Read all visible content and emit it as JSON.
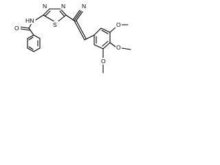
{
  "molecule": {
    "atom_labels": {
      "amide_nh": "HN",
      "carbonyl_o": "O",
      "thiadiazole_n1": "N",
      "thiadiazole_n2": "N",
      "thiadiazole_s": "S",
      "nitrile_n": "N",
      "methoxy_o_top": "O",
      "methoxy_o_mid": "O",
      "methoxy_o_bottom": "O"
    }
  }
}
